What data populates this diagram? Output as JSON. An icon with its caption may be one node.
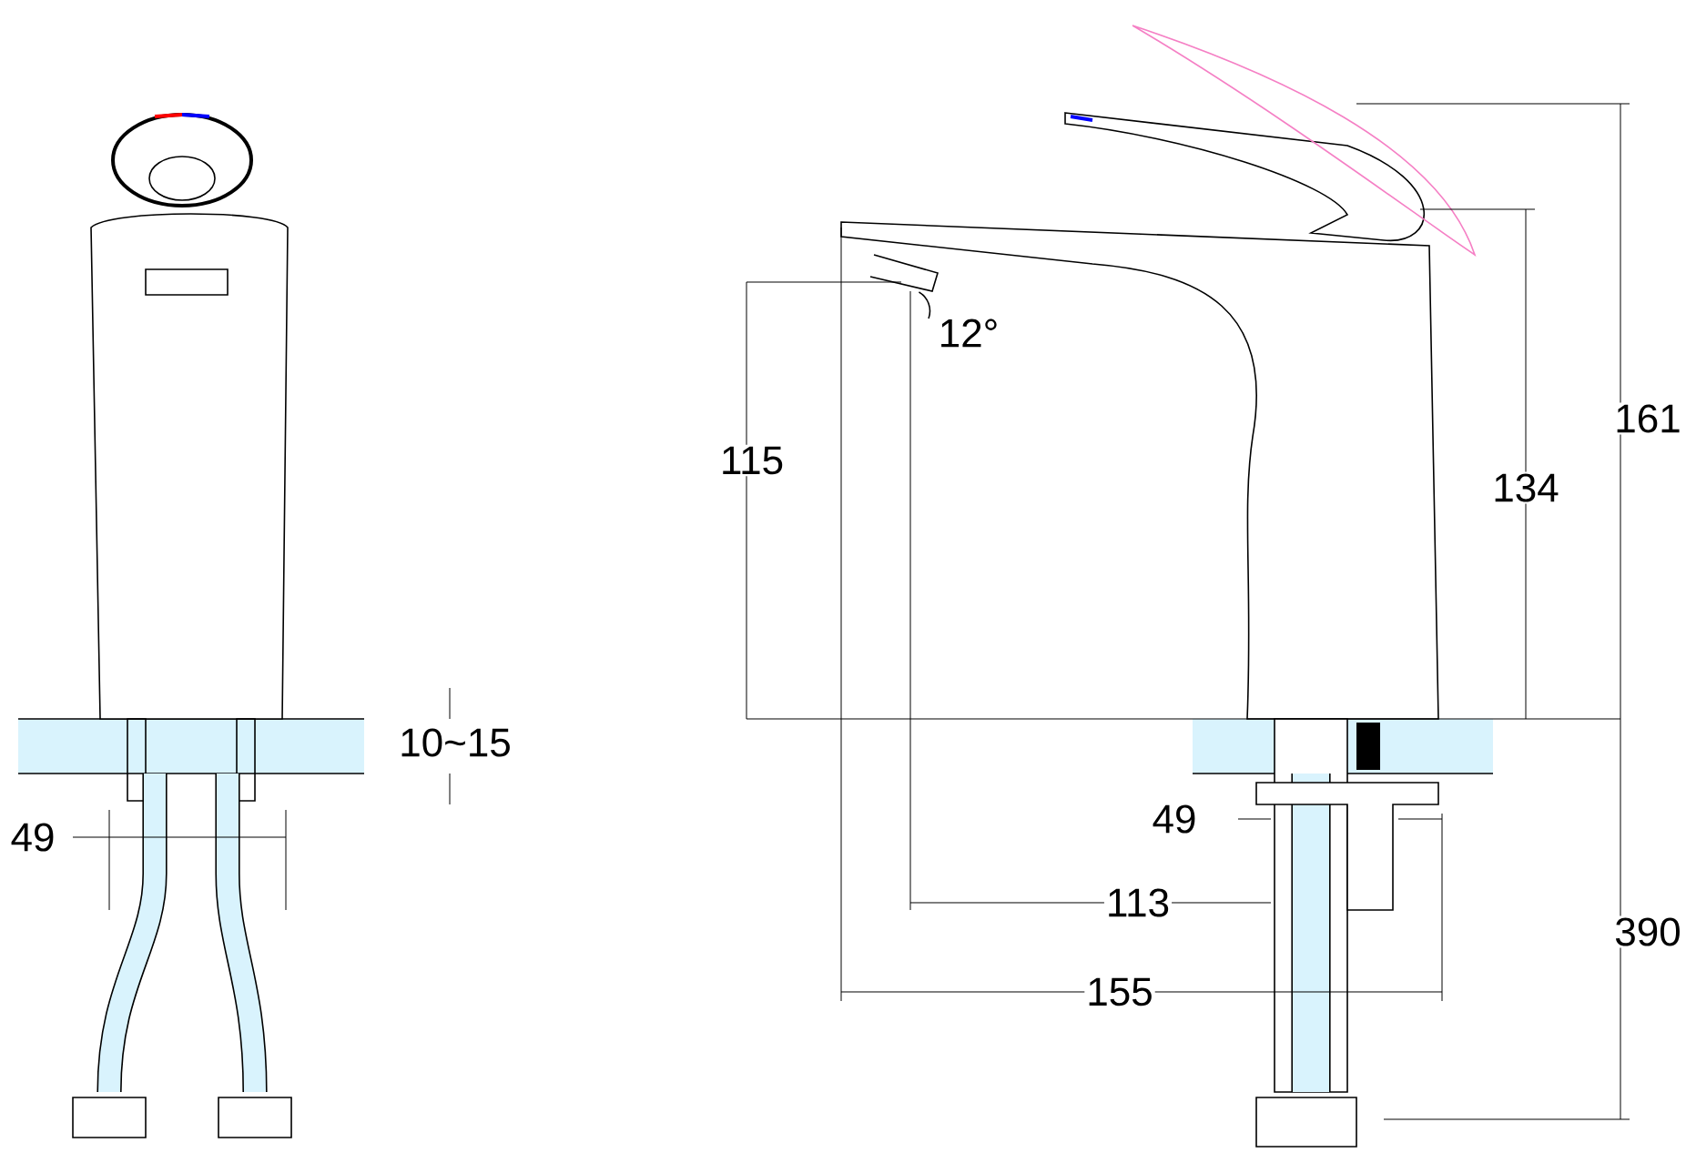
{
  "diagram": {
    "labels": [
      "12°",
      "161",
      "115",
      "134",
      "10~15",
      "49",
      "49",
      "113",
      "390",
      "155"
    ]
  }
}
